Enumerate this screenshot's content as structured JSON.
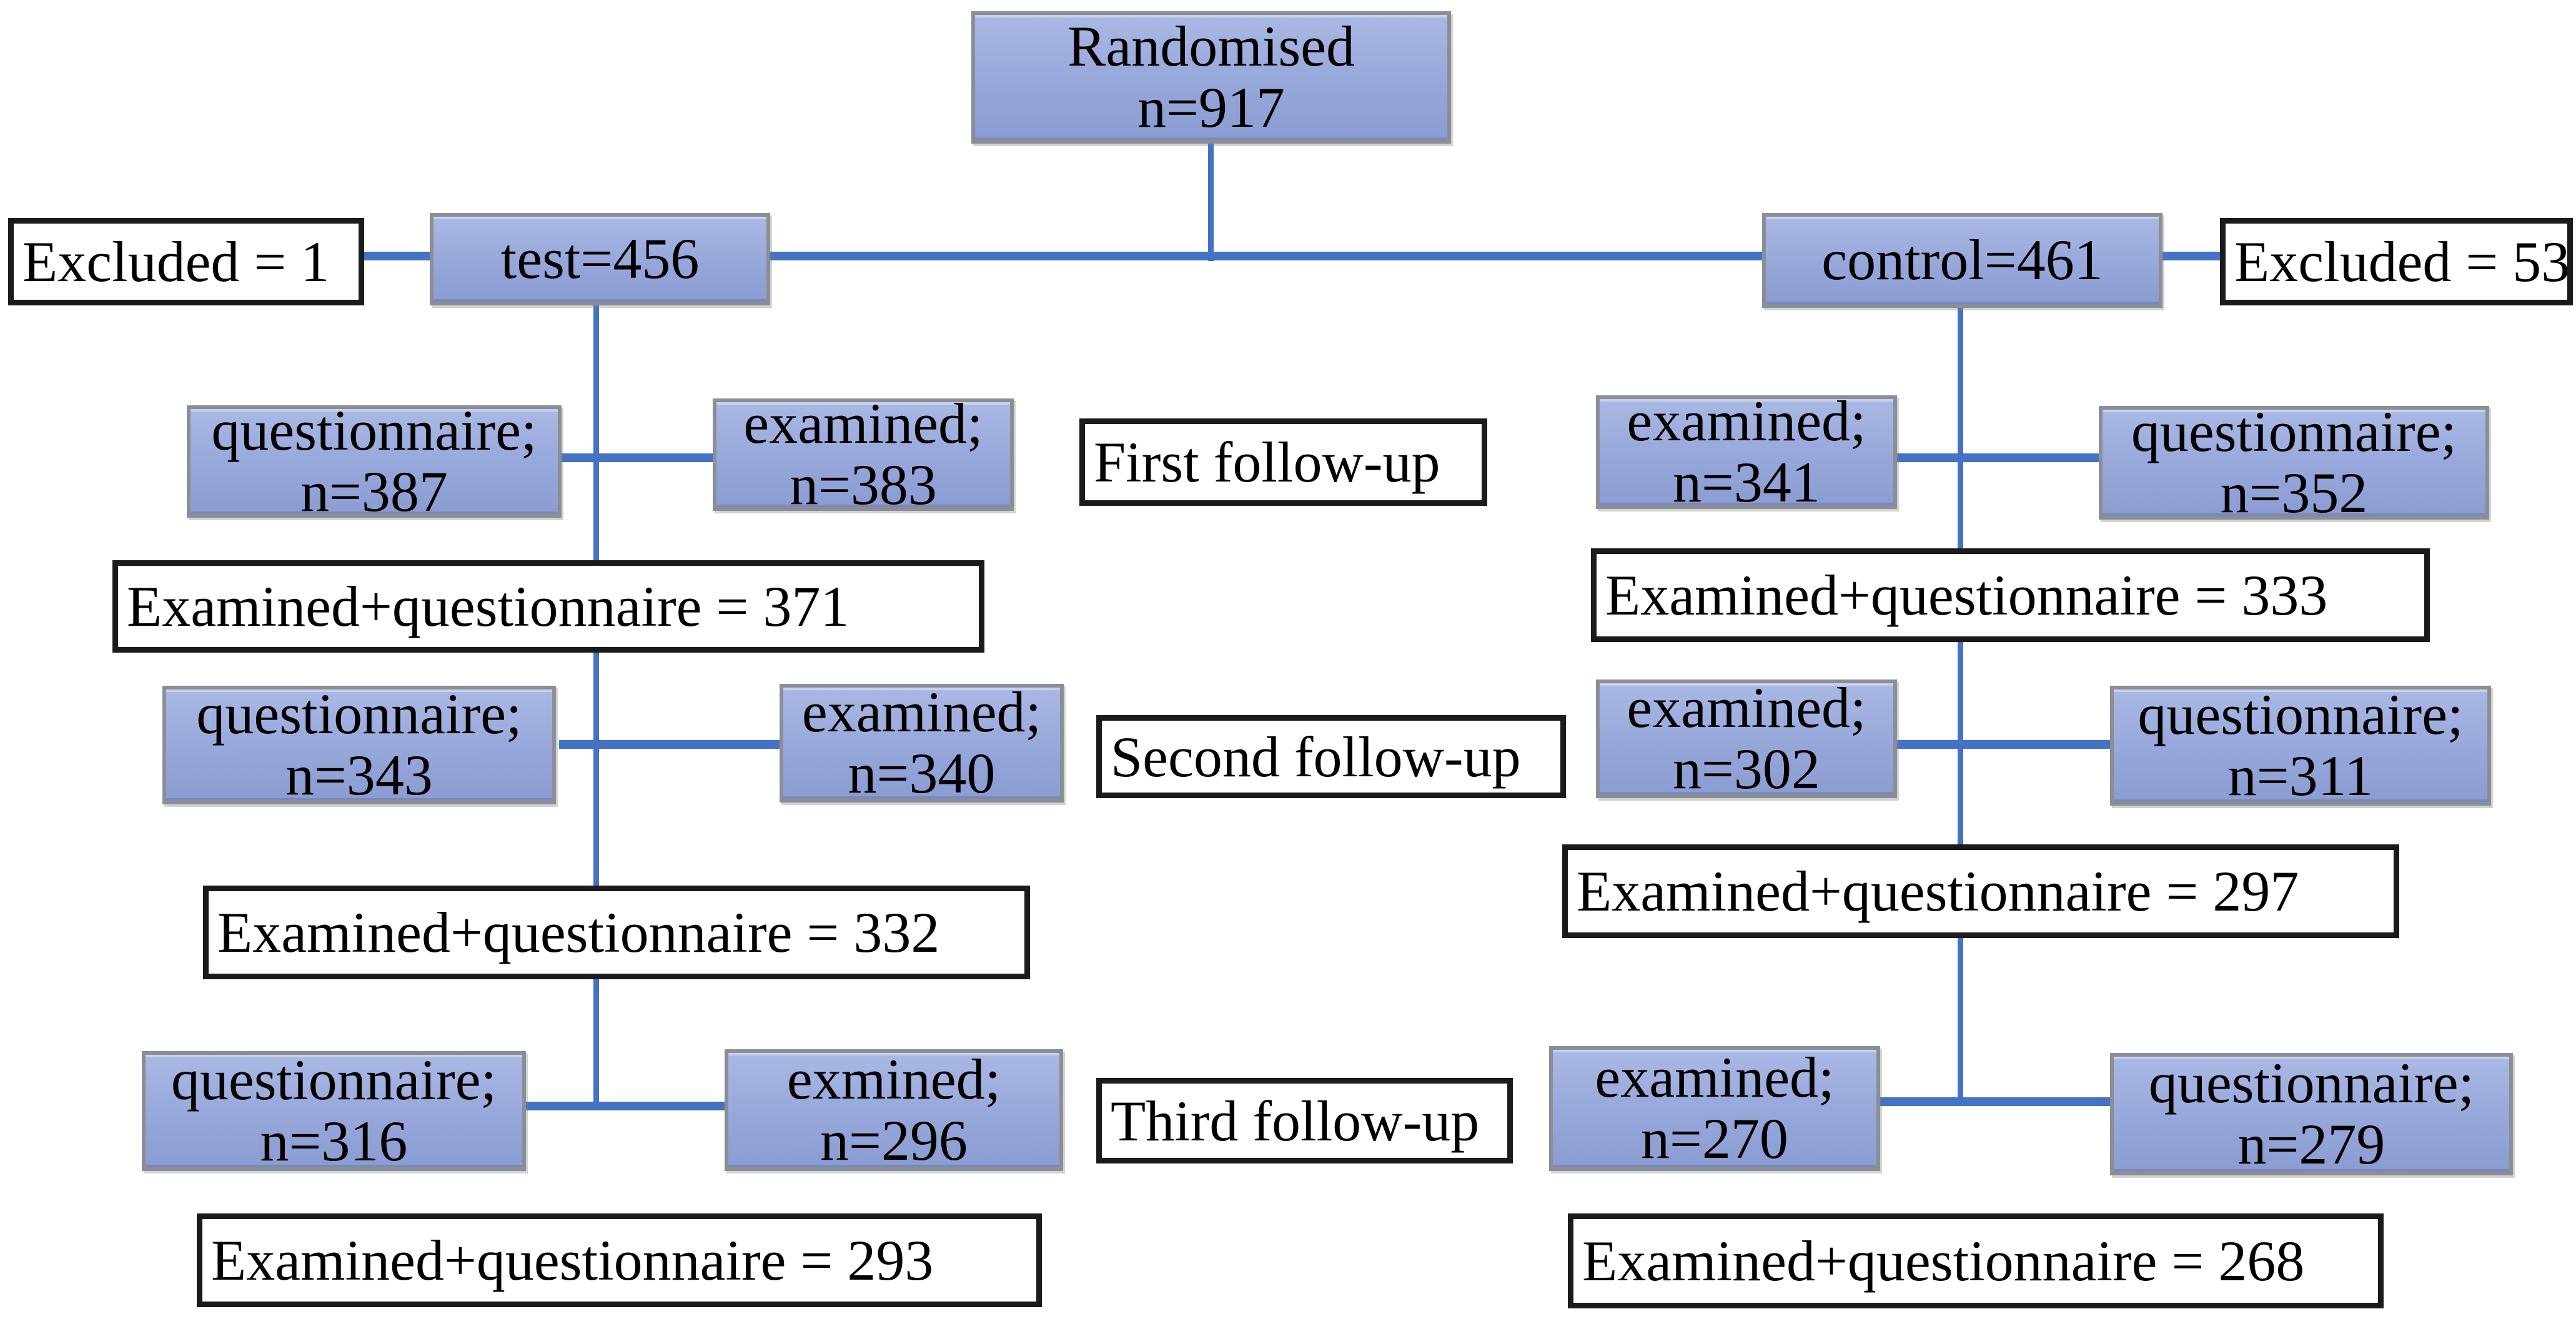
{
  "flow": {
    "root": {
      "line1": "Randomised",
      "line2": "n=917"
    },
    "test_arm": {
      "label": "test=456",
      "excluded": "Excluded = 1"
    },
    "control_arm": {
      "label": "control=461",
      "excluded": "Excluded = 53"
    },
    "followups": [
      {
        "label": "First follow-up",
        "test": {
          "questionnaire": {
            "line1": "questionnaire;",
            "line2": "n=387"
          },
          "examined": {
            "line1": "examined;",
            "line2": "n=383"
          },
          "combined": "Examined+questionnaire = 371"
        },
        "control": {
          "examined": {
            "line1": "examined;",
            "line2": "n=341"
          },
          "questionnaire": {
            "line1": "questionnaire;",
            "line2": "n=352"
          },
          "combined": "Examined+questionnaire = 333"
        }
      },
      {
        "label": "Second follow-up",
        "test": {
          "questionnaire": {
            "line1": "questionnaire;",
            "line2": "n=343"
          },
          "examined": {
            "line1": "examined;",
            "line2": "n=340"
          },
          "combined": "Examined+questionnaire = 332"
        },
        "control": {
          "examined": {
            "line1": "examined;",
            "line2": "n=302"
          },
          "questionnaire": {
            "line1": "questionnaire;",
            "line2": "n=311"
          },
          "combined": "Examined+questionnaire = 297"
        }
      },
      {
        "label": "Third follow-up",
        "test": {
          "questionnaire": {
            "line1": "questionnaire;",
            "line2": "n=316"
          },
          "examined": {
            "line1": "exmined;",
            "line2": "n=296"
          },
          "combined": "Examined+questionnaire = 293"
        },
        "control": {
          "examined": {
            "line1": "examined;",
            "line2": "n=270"
          },
          "questionnaire": {
            "line1": "questionnaire;",
            "line2": "n=279"
          },
          "combined": "Examined+questionnaire = 268"
        }
      }
    ],
    "colors": {
      "node_fill_top": "#aab8e4",
      "node_fill_bottom": "#8b9cd2",
      "node_border": "#8a8f96",
      "annotation_border": "#1b1b1b",
      "connector": "#4472c4",
      "text": "#000000"
    }
  }
}
